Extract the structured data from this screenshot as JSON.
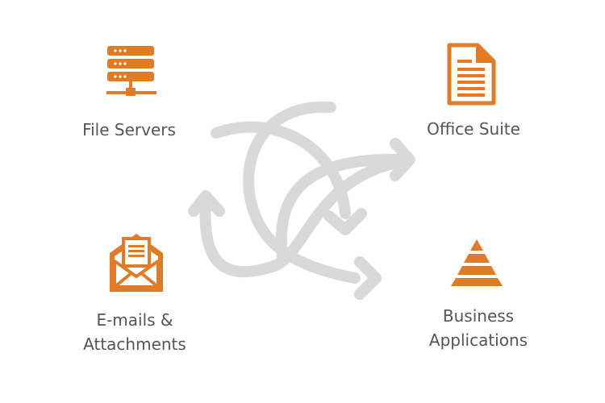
{
  "colors": {
    "accent": "#E07B28",
    "arrow": "#D9D9D9",
    "label": "#555555",
    "background": "#FFFFFF"
  },
  "nodes": [
    {
      "id": "file-servers",
      "icon": "server-icon",
      "label": "File Servers"
    },
    {
      "id": "office-suite",
      "icon": "document-icon",
      "label": "Office Suite"
    },
    {
      "id": "emails",
      "icon": "envelope-icon",
      "label_line1": "E-mails &",
      "label_line2": "Attachments"
    },
    {
      "id": "business",
      "icon": "pyramid-icon",
      "label_line1": "Business",
      "label_line2": "Applications"
    }
  ]
}
